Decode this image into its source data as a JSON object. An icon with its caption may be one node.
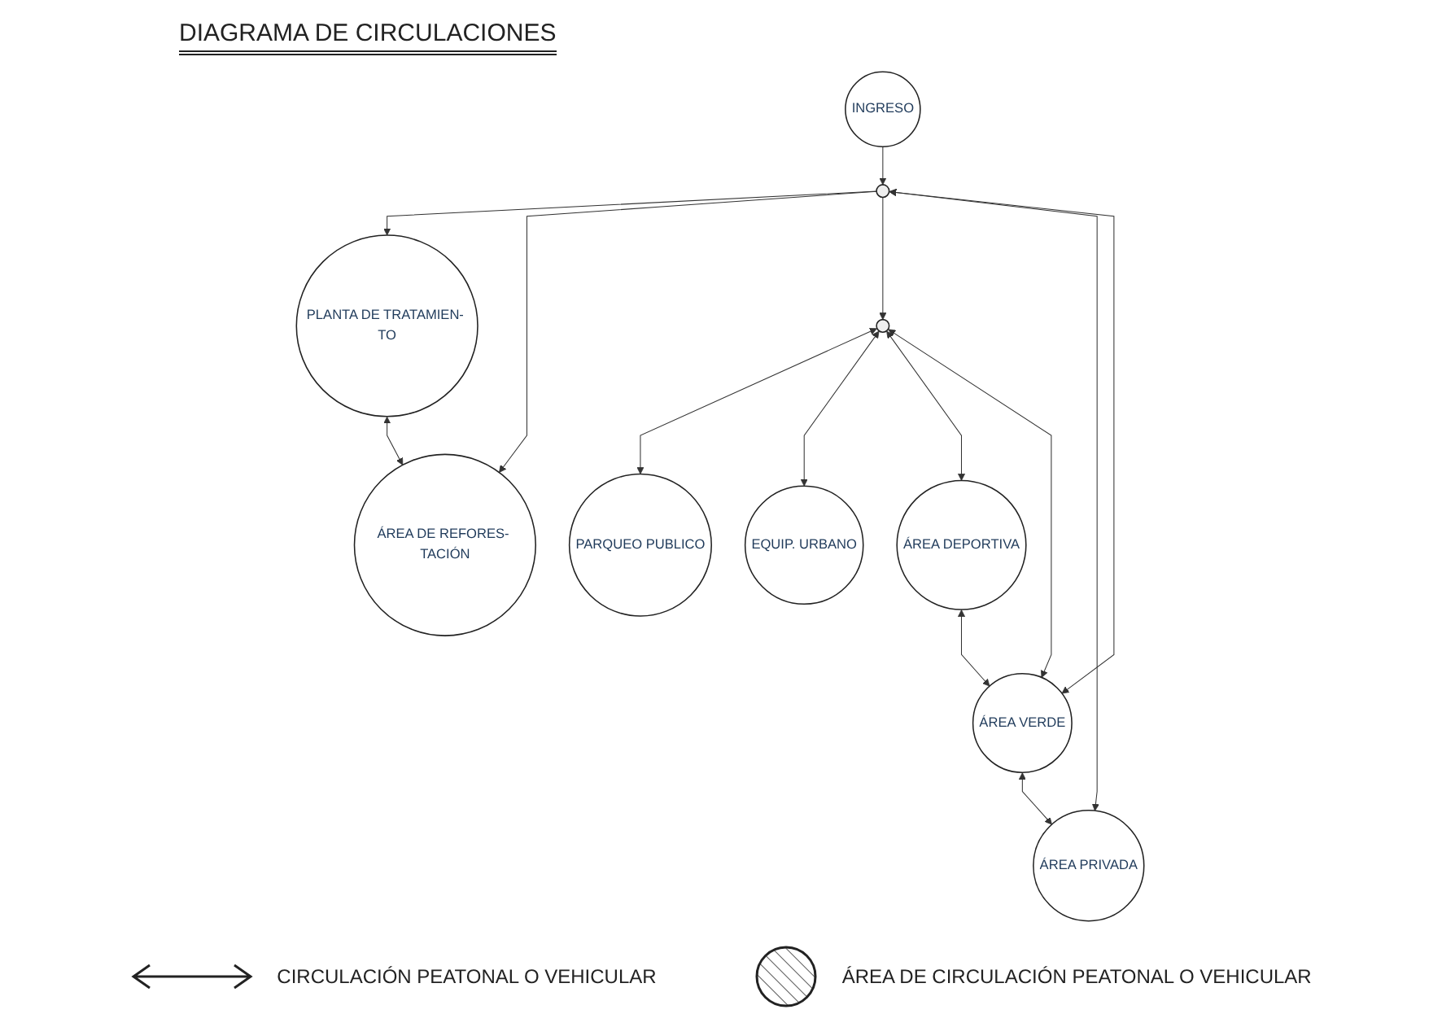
{
  "diagram": {
    "title": "DIAGRAMA DE CIRCULACIONES",
    "nodes": [
      {
        "text": [
          "INGRESO"
        ]
      },
      {
        "text": [
          "PARQUEO PUBLICO"
        ]
      },
      {
        "text": [
          "PLANTA DE TRATAMIEN- TO"
        ]
      },
      {
        "text": [
          "EQUIP. URBANO"
        ]
      },
      {
        "text": [],
        "shape": "circle"
      },
      {
        "text": [],
        "shape": "circle"
      },
      {
        "text": [
          "ÁREA DE REFORES- TACIÓN"
        ]
      },
      {
        "text": [
          "ÁREA PRIVADA"
        ]
      },
      {
        "text": [
          "ÁREA DEPORTIVA"
        ]
      },
      {
        "text": [
          "ÁREA VERDE"
        ]
      }
    ],
    "edges": [
      {
        "from": 0,
        "to": 4,
        "arrow": "to"
      },
      {
        "from": 4,
        "to": 2,
        "arrow": "to"
      },
      {
        "from": 4,
        "to": 6,
        "arrow": "to"
      },
      {
        "from": 2,
        "to": 6,
        "arrow": "both"
      },
      {
        "from": 4,
        "to": 5,
        "arrow": "to"
      },
      {
        "from": 4,
        "to": 7,
        "arrow": "both"
      },
      {
        "from": 4,
        "to": 9,
        "arrow": "both"
      },
      {
        "from": 5,
        "to": 1,
        "arrow": "both"
      },
      {
        "from": 5,
        "to": 3,
        "arrow": "both"
      },
      {
        "from": 5,
        "to": 8,
        "arrow": "both"
      },
      {
        "from": 5,
        "to": 9,
        "arrow": "both"
      },
      {
        "from": 8,
        "to": 9,
        "arrow": "both"
      },
      {
        "from": 9,
        "to": 7,
        "arrow": "both"
      }
    ],
    "legend": [
      {
        "text": "CIRCULACIÓN PEATONAL O VEHICULAR"
      },
      {
        "text": "ÁREA DE CIRCULACIÓN PEATONAL O VEHICULAR"
      }
    ]
  }
}
